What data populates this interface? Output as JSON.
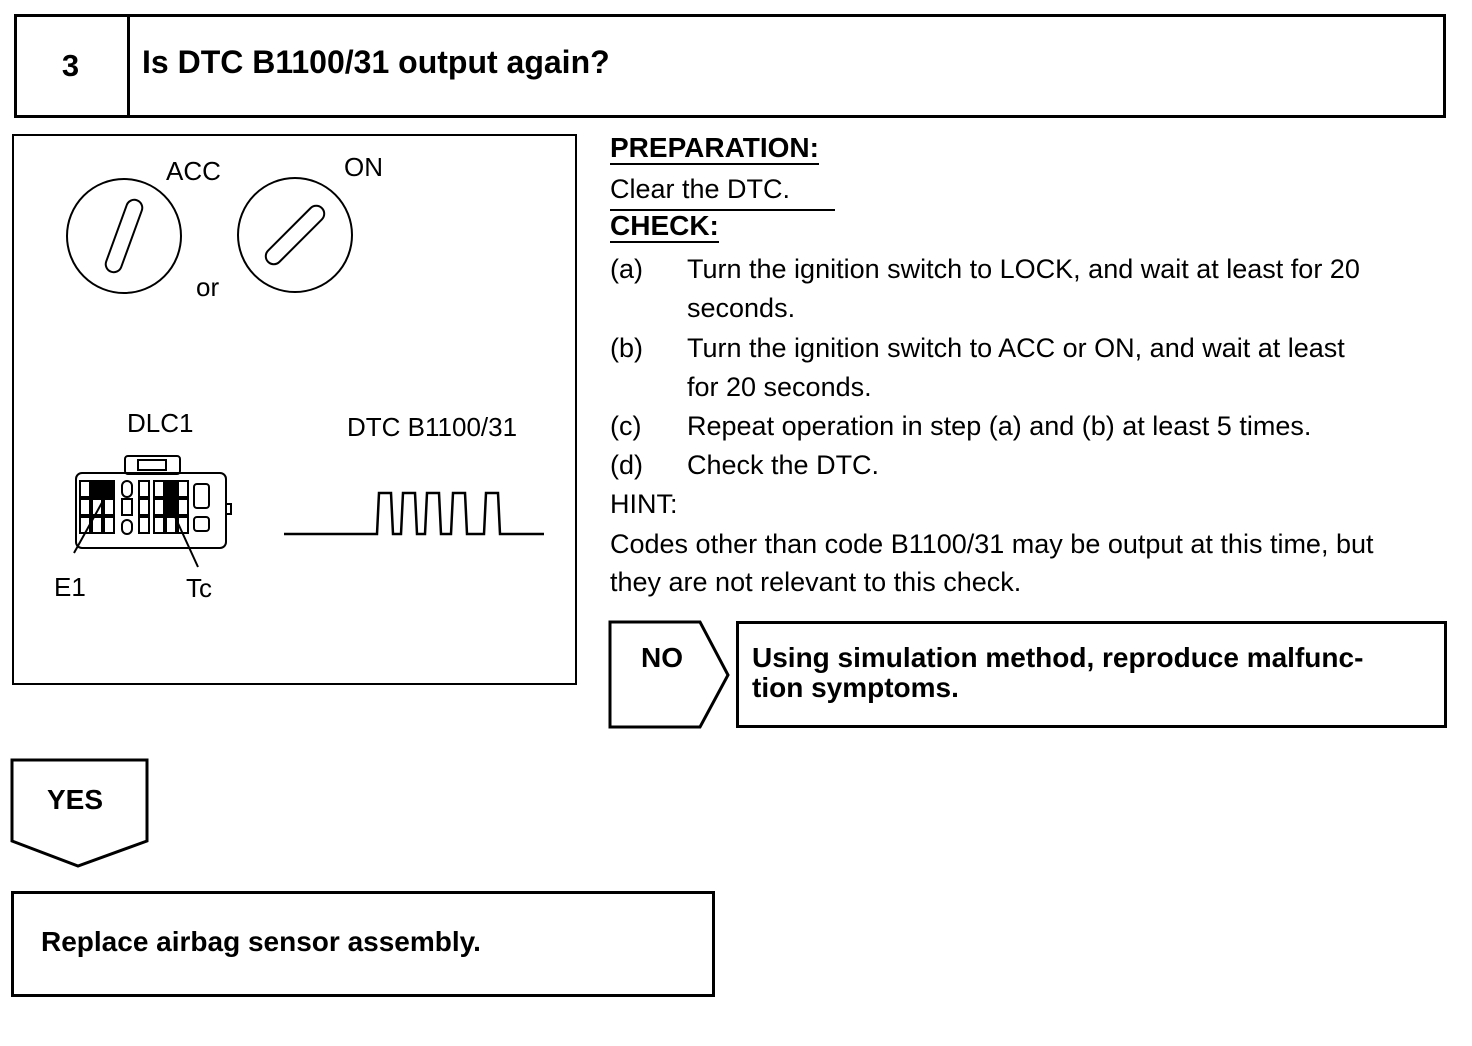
{
  "step": {
    "number": "3",
    "question": "Is DTC B1100/31 output again?"
  },
  "figure": {
    "acc_label": "ACC",
    "on_label": "ON",
    "or_label": "or",
    "dlc_label": "DLC1",
    "dtc_label": "DTC B1100/31",
    "e1_label": "E1",
    "tc_label": "Tc"
  },
  "preparation": {
    "heading": "PREPARATION:",
    "text": "Clear the DTC."
  },
  "check": {
    "heading": "CHECK:",
    "items": [
      {
        "letter": "(a)",
        "lines": [
          "Turn the ignition switch to LOCK, and wait at least for 20",
          "seconds."
        ]
      },
      {
        "letter": "(b)",
        "lines": [
          "Turn the ignition switch to ACC or ON, and wait at least",
          "for 20 seconds."
        ]
      },
      {
        "letter": "(c)",
        "lines": [
          "Repeat operation in step (a) and (b) at least 5 times."
        ]
      },
      {
        "letter": "(d)",
        "lines": [
          "Check the DTC."
        ]
      }
    ]
  },
  "hint": {
    "heading": "HINT:",
    "lines": [
      "Codes other than code B1100/31 may be output at this time, but",
      "they are not relevant to this check."
    ]
  },
  "no_branch": {
    "label": "NO",
    "lines": [
      "Using simulation method, reproduce malfunc-",
      "tion symptoms."
    ]
  },
  "yes_branch": {
    "label": "YES",
    "action": "Replace airbag sensor assembly."
  }
}
